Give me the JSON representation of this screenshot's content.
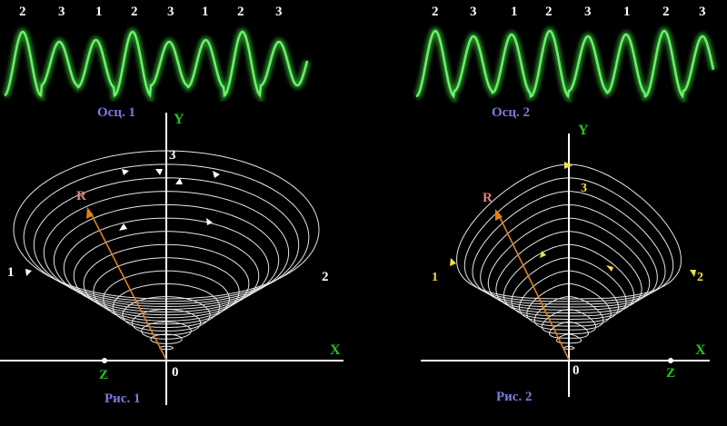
{
  "colors": {
    "wave": "#3fe03f",
    "curve": "#e6e6e6",
    "axis": "#ffffff",
    "axis_label": "#22c322",
    "caption": "#7b7be0",
    "radius": "#e0801a",
    "radius_label": "#e87c7c",
    "arrow_fig1": "#ffffff",
    "arrow_fig2": "#f0e040"
  },
  "osc1": {
    "caption": "Осц. 1",
    "peak_labels": [
      "2",
      "3",
      "1",
      "2",
      "3",
      "1",
      "2",
      "3"
    ]
  },
  "osc2": {
    "caption": "Осц. 2",
    "peak_labels": [
      "2",
      "3",
      "1",
      "2",
      "3",
      "1",
      "2",
      "3"
    ]
  },
  "fig1": {
    "caption": "Рис. 1",
    "axis_x": "X",
    "axis_y": "Y",
    "origin": "0",
    "z_label": "Z",
    "r_label": "R",
    "point_labels": [
      "1",
      "2",
      "3"
    ]
  },
  "fig2": {
    "caption": "Рис. 2",
    "axis_x": "X",
    "axis_y": "Y",
    "origin": "0",
    "z_label": "Z",
    "r_label": "R",
    "point_labels": [
      "1",
      "2",
      "3"
    ]
  }
}
